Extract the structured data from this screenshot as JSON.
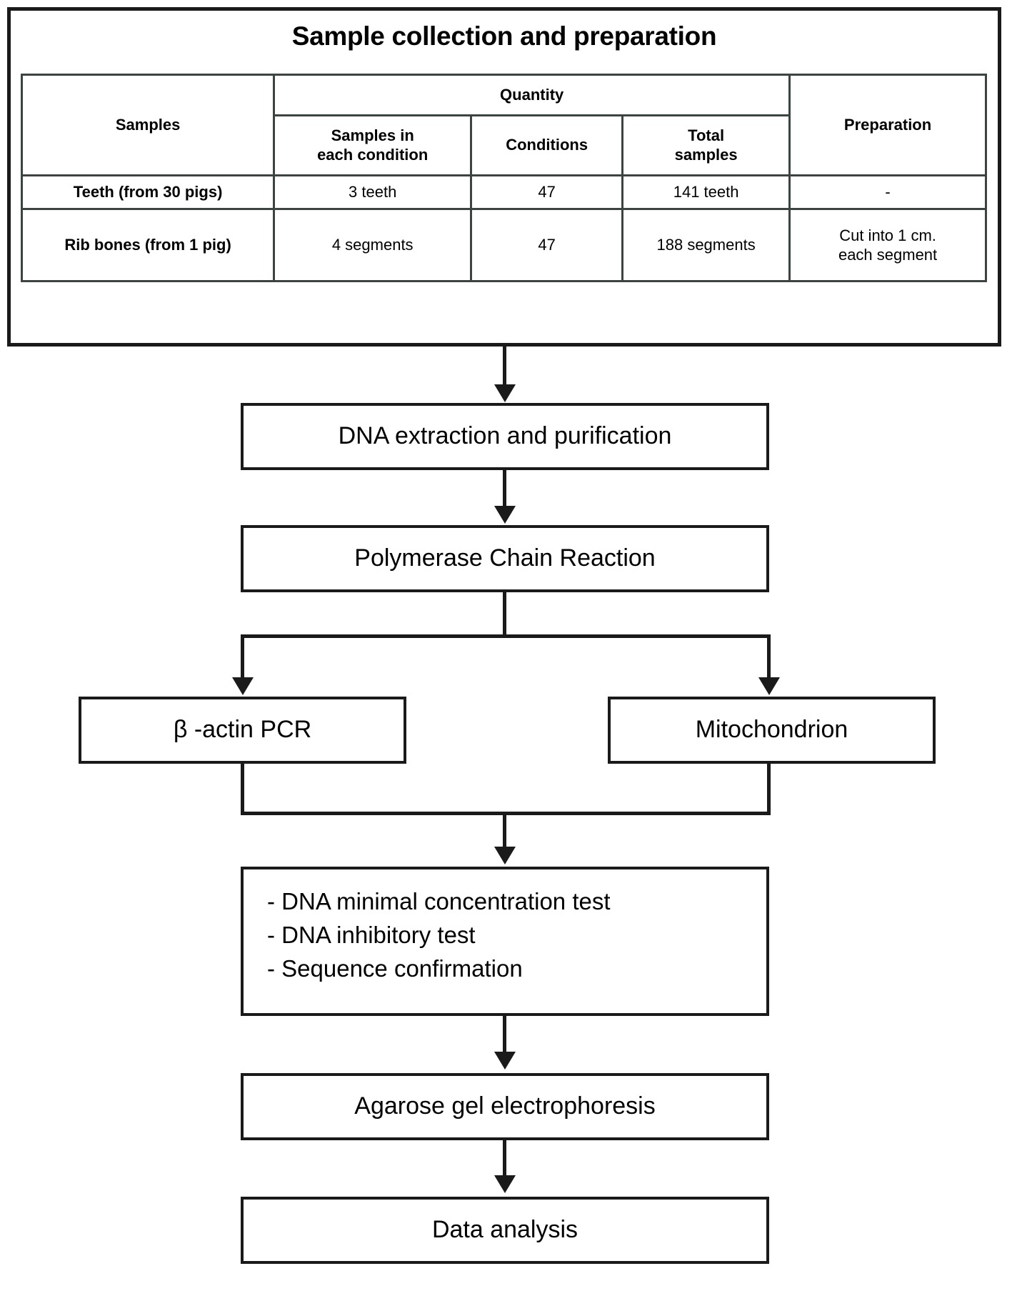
{
  "panel": {
    "title": "Sample collection and preparation"
  },
  "table": {
    "header": {
      "samples": "Samples",
      "quantity": "Quantity",
      "samples_each_condition_line1": "Samples in",
      "samples_each_condition_line2": "each condition",
      "conditions": "Conditions",
      "total_samples_line1": "Total",
      "total_samples_line2": "samples",
      "preparation": "Preparation"
    },
    "rows": [
      {
        "label": "Teeth (from 30 pigs)",
        "samples_each_condition": "3 teeth",
        "conditions": "47",
        "total_samples": "141 teeth",
        "preparation": "-"
      },
      {
        "label": "Rib bones (from 1 pig)",
        "samples_each_condition": "4 segments",
        "conditions": "47",
        "total_samples": "188 segments",
        "preparation_line1": "Cut into 1 cm.",
        "preparation_line2": "each segment"
      }
    ]
  },
  "flow": {
    "dna_extraction": "DNA extraction and purification",
    "pcr": "Polymerase Chain Reaction",
    "beta_actin": "β -actin PCR",
    "mitochondrion": "Mitochondrion",
    "tests": [
      "-  DNA minimal concentration test",
      "-  DNA inhibitory test",
      "-  Sequence confirmation"
    ],
    "agarose": "Agarose gel electrophoresis",
    "data_analysis": "Data analysis"
  },
  "colors": {
    "header_fill": "#dde2e0",
    "line": "#1a1a1a",
    "table_border": "#3c4442"
  }
}
